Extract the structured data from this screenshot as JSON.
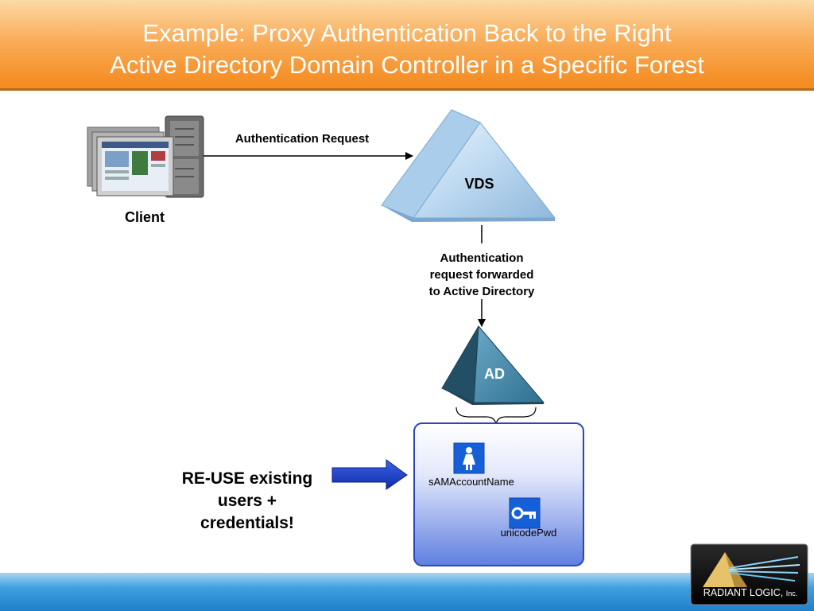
{
  "title": {
    "line1": "Example: Proxy Authentication Back to the Right",
    "line2": "Active Directory Domain Controller in a Specific Forest"
  },
  "client": {
    "label": "Client"
  },
  "edges": {
    "auth_request": "Authentication Request",
    "forwarded": [
      "Authentication",
      "request forwarded",
      "to Active Directory"
    ]
  },
  "vds": {
    "label": "VDS"
  },
  "ad": {
    "label": "AD"
  },
  "attributes": {
    "account": "sAMAccountName",
    "password": "unicodePwd"
  },
  "reuse": {
    "lines": [
      "RE-USE existing",
      "users +",
      "credentials!"
    ]
  },
  "logo": {
    "brand": "RADIANT LOGIC",
    "suffix": "Inc."
  },
  "colors": {
    "header": "#f5891d",
    "footer": "#1f7fc8",
    "vds": "#b8d6f0",
    "ad": "#3d7f9e",
    "arrow": "#1538c8"
  }
}
